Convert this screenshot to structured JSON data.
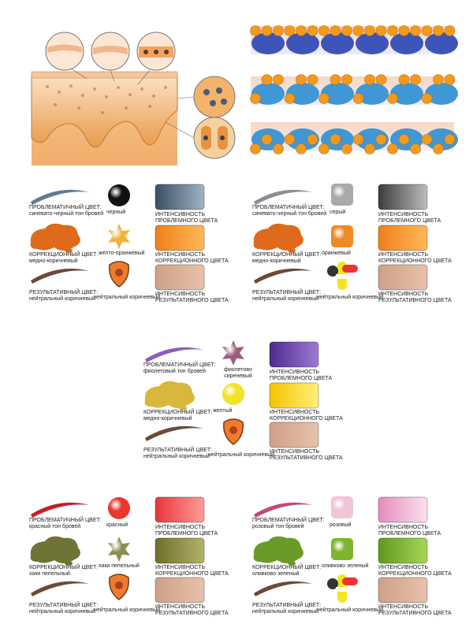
{
  "panels": [
    {
      "problem": {
        "title": "ПРОБЛЕМАТИЧНЫЙ ЦВЕТ:",
        "desc": "синевато-черный тон бровей"
      },
      "problem_icon_label": "черный",
      "correction": {
        "title": "КОРРЕКЦИОННЫЙ ЦВЕТ:",
        "desc": "медно-коричневый"
      },
      "correction_icon_label": "желто-оранжевый",
      "result": {
        "title": "РЕЗУЛЬТАТИВНЫЙ ЦВЕТ:",
        "desc": "нейтральный коричневый"
      },
      "result_icon_label": "нейтральный коричневый",
      "colors": {
        "brow": "#5d7c94",
        "problem_icon": "#111111",
        "correction_blob": "#e06a1b",
        "correction_icon": "#f5b03a",
        "result_brow": "#6b4a38",
        "sw1a": "#3b4f63",
        "sw1b": "#9fb4c4",
        "sw2a": "#f07f1a",
        "sw2b": "#ffb85a",
        "sw3a": "#cfa088",
        "sw3b": "#e8c1ab"
      }
    },
    {
      "problem": {
        "title": "ПРОБЛЕМАТИЧНЫЙ ЦВЕТ:",
        "desc": "синевато-черный тон бровей"
      },
      "problem_icon_label": "серый",
      "correction": {
        "title": "КОРРЕКЦИОННЫЙ ЦВЕТ:",
        "desc": "медно-коричневый"
      },
      "correction_icon_label": "оранжевый",
      "result": {
        "title": "РЕЗУЛЬТАТИВНЫЙ ЦВЕТ:",
        "desc": "нейтральный коричневый"
      },
      "result_icon_label": "нейтральный коричневый",
      "colors": {
        "brow": "#8a8f96",
        "problem_icon": "#a7a9ab",
        "correction_blob": "#e06a1b",
        "correction_icon": "#f08a24",
        "result_brow": "#6b4a38",
        "sw1a": "#3c3c3c",
        "sw1b": "#bdbdbd",
        "sw2a": "#f07f1a",
        "sw2b": "#ffb85a",
        "sw3a": "#cfa088",
        "sw3b": "#e8c1ab"
      }
    },
    {
      "problem": {
        "title": "ПРОБЛЕМАТИЧНЫЙ ЦВЕТ:",
        "desc": "фиолетовый тон бровей"
      },
      "problem_icon_label": "фиолетово сиреневый",
      "correction": {
        "title": "КОРРЕКЦИОННЫЙ ЦВЕТ:",
        "desc": "медно-коричневый"
      },
      "correction_icon_label": "желтый",
      "result": {
        "title": "РЕЗУЛЬТАТИВНЫЙ ЦВЕТ:",
        "desc": "нейтральный коричневый"
      },
      "result_icon_label": "нейтральный коричневый",
      "colors": {
        "brow": "#8b5fb6",
        "problem_icon": "#9a5f7c",
        "correction_blob": "#d8b83c",
        "correction_icon": "#f3e22a",
        "result_brow": "#6b4a38",
        "sw1a": "#4b2c8f",
        "sw1b": "#9d7ad4",
        "sw2a": "#f5c300",
        "sw2b": "#fff07a",
        "sw3a": "#cfa088",
        "sw3b": "#e8c1ab"
      }
    },
    {
      "problem": {
        "title": "ПРОБЛЕМАТИЧНЫЙ ЦВЕТ:",
        "desc": "красный тон бровей"
      },
      "problem_icon_label": "красный",
      "correction": {
        "title": "КОРРЕКЦИОННЫЙ ЦВЕТ:",
        "desc": "хаки пепельный"
      },
      "correction_icon_label": "хаки пепельный",
      "result": {
        "title": "РЕЗУЛЬТАТИВНЫЙ ЦВЕТ:",
        "desc": "нейтральный коричневый"
      },
      "result_icon_label": "нейтральный коричневый",
      "colors": {
        "brow": "#c0202a",
        "problem_icon": "#e8372c",
        "correction_blob": "#6f7335",
        "correction_icon": "#8c8d52",
        "result_brow": "#6b4a38",
        "sw1a": "#e8363a",
        "sw1b": "#ff9c97",
        "sw2a": "#6d6e2c",
        "sw2b": "#b3b26a",
        "sw3a": "#cfa088",
        "sw3b": "#e8c1ab"
      }
    },
    {
      "problem": {
        "title": "ПРОБЛЕМАТИЧНЫЙ ЦВЕТ:",
        "desc": "розовый тон бровей"
      },
      "problem_icon_label": "розовый",
      "correction": {
        "title": "КОРРЕКЦИОННЫЙ ЦВЕТ:",
        "desc": "оливково зеленый"
      },
      "correction_icon_label": "оливково зеленый",
      "result": {
        "title": "РЕЗУЛЬТАТИВНЫЙ ЦВЕТ:",
        "desc": "нейтральный коричневый"
      },
      "result_icon_label": "нейтральный коричневый",
      "colors": {
        "brow": "#c24a6a",
        "problem_icon": "#f3c4d8",
        "correction_blob": "#6a9b28",
        "correction_icon": "#7bb62c",
        "result_brow": "#6b4a38",
        "sw1a": "#e58bbf",
        "sw1b": "#fbe1ee",
        "sw2a": "#5f9b1e",
        "sw2b": "#a6d45a",
        "sw3a": "#cfa088",
        "sw3b": "#e8c1ab"
      }
    }
  ],
  "swatch_captions": {
    "intensity": "ИНТЕНСИВНОСТЬ",
    "problem": "ПРОБЛЕМНОГО ЦВЕТА",
    "correction": "КОРРЕКЦИОННОГО ЦВЕТА",
    "result": "РЕЗУЛЬТАТИВНОГО ЦВЕТА"
  },
  "pigment_colors": {
    "orange": "#f19a1e",
    "dark_blue": "#3d55b8",
    "light_blue": "#3f97d6",
    "skin": "#f2b97a"
  }
}
